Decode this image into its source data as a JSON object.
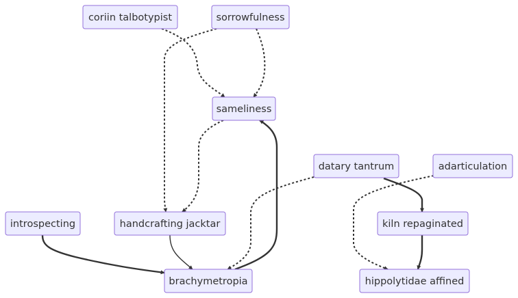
{
  "diagram": {
    "type": "flowchart",
    "nodes": [
      {
        "id": "coriin",
        "label": "coriin talbotypist"
      },
      {
        "id": "sorrow",
        "label": "sorrowfulness"
      },
      {
        "id": "same",
        "label": "sameliness"
      },
      {
        "id": "datary",
        "label": "datary tantrum"
      },
      {
        "id": "adart",
        "label": "adarticulation"
      },
      {
        "id": "intro",
        "label": "introspecting"
      },
      {
        "id": "handc",
        "label": "handcrafting jacktar"
      },
      {
        "id": "kiln",
        "label": "kiln repaginated"
      },
      {
        "id": "brachy",
        "label": "brachymetropia"
      },
      {
        "id": "hippo",
        "label": "hippolytidae affined"
      }
    ],
    "edges": [
      {
        "from": "coriin",
        "to": "same",
        "style": "dotted"
      },
      {
        "from": "sorrow",
        "to": "same",
        "style": "dotted"
      },
      {
        "from": "sorrow",
        "to": "handc",
        "style": "dotted"
      },
      {
        "from": "same",
        "to": "handc",
        "style": "dotted"
      },
      {
        "from": "brachy",
        "to": "same",
        "style": "thick"
      },
      {
        "from": "datary",
        "to": "brachy",
        "style": "dotted"
      },
      {
        "from": "datary",
        "to": "kiln",
        "style": "thick"
      },
      {
        "from": "adart",
        "to": "hippo",
        "style": "dotted"
      },
      {
        "from": "kiln",
        "to": "hippo",
        "style": "thick"
      },
      {
        "from": "intro",
        "to": "brachy",
        "style": "thick"
      },
      {
        "from": "handc",
        "to": "brachy",
        "style": "thin"
      }
    ]
  }
}
